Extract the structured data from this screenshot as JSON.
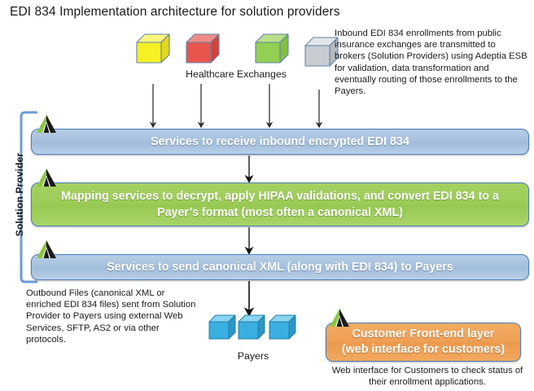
{
  "title": "EDI 834 Implementation architecture for solution providers",
  "notes": {
    "inbound": "Inbound EDI 834 enrollments from public insurance exchanges are transmitted to brokers (Solution Providers) using Adeptia ESB for validation, data transformation and eventually routing of those enrollments to the Payers.",
    "outbound": "Outbound Files (canonical XML or enriched EDI 834 files) sent from Solution Provider to Payers using external Web Services, SFTP, AS2 or via other protocols.",
    "frontend": "Web interface for Customers to check status of their enrollment applications."
  },
  "labels": {
    "healthcare_exchanges": "Healthcare Exchanges",
    "payers": "Payers",
    "solution_provider": "Solution Provider"
  },
  "bars": [
    {
      "id": "bar1",
      "text": "Services to receive inbound encrypted EDI 834",
      "color": "#a6c0dd",
      "border": "#4a7ebb"
    },
    {
      "id": "bar2",
      "text": "Mapping services to decrypt, apply HIPAA validations, and convert EDI 834 to a Payer’s format (most often a canonical XML)",
      "color": "#9ccc57",
      "border": "#4a7ebb"
    },
    {
      "id": "bar3",
      "text": "Services to send canonical XML (along with EDI 834) to Payers",
      "color": "#a6c0dd",
      "border": "#4a7ebb"
    },
    {
      "id": "barOrange",
      "text": "Customer Front-end layer (web interface for customers)",
      "color": "#efa055",
      "border": "#4a7ebb"
    }
  ],
  "exchange_cubes": [
    {
      "name": "exchange-cube-yellow",
      "color": "#f7f024",
      "top": "#fbf77e",
      "side": "#e3d81d"
    },
    {
      "name": "exchange-cube-red",
      "color": "#e8554d",
      "top": "#f08b85",
      "side": "#d44239"
    },
    {
      "name": "exchange-cube-green",
      "color": "#92cf52",
      "top": "#b8e089",
      "side": "#81bf44"
    },
    {
      "name": "exchange-cube-gray",
      "color": "#c9cdd1",
      "top": "#e2e5e8",
      "side": "#b4b9be"
    }
  ],
  "payer_cubes": [
    {
      "name": "payer-cube-1",
      "color": "#3aaee0",
      "top": "#8ad4ef",
      "side": "#2e95c4"
    },
    {
      "name": "payer-cube-2",
      "color": "#3aaee0",
      "top": "#8ad4ef",
      "side": "#2e95c4"
    },
    {
      "name": "payer-cube-3",
      "color": "#3aaee0",
      "top": "#8ad4ef",
      "side": "#2e95c4"
    }
  ],
  "badges": {
    "logo_name": "adeptia-triangle-logo",
    "green": "#8dc63f",
    "dark": "#1a1a1a"
  },
  "colors": {
    "accent_blue": "#4a7ebb",
    "bar_blue": "#a6c0dd",
    "bar_green": "#9ccc57",
    "bar_orange": "#efa055",
    "bracket": "#6d9bd1",
    "arrow": "#2b2b2b",
    "background": "#ffffff"
  }
}
